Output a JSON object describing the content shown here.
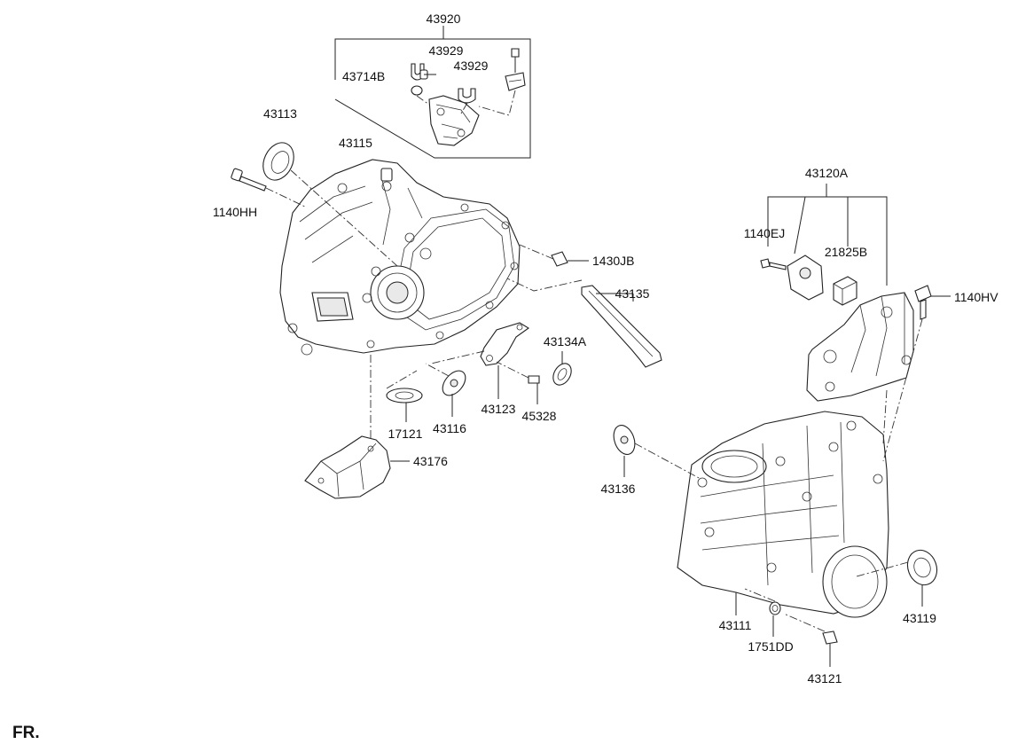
{
  "labels": {
    "l43920": "43920",
    "l43929a": "43929",
    "l43929b": "43929",
    "l43714B": "43714B",
    "l43113": "43113",
    "l43115": "43115",
    "l1140HH": "1140HH",
    "l1430JB": "1430JB",
    "l43135": "43135",
    "l43134A": "43134A",
    "l43123": "43123",
    "l45328": "45328",
    "l43116": "43116",
    "l17121": "17121",
    "l43176": "43176",
    "l43120A": "43120A",
    "l1140EJ": "1140EJ",
    "l21825B": "21825B",
    "l1140HV": "1140HV",
    "l43136": "43136",
    "l43111": "43111",
    "l1751DD": "1751DD",
    "l43121": "43121",
    "l43119": "43119"
  },
  "footer": {
    "direction": "FR."
  }
}
